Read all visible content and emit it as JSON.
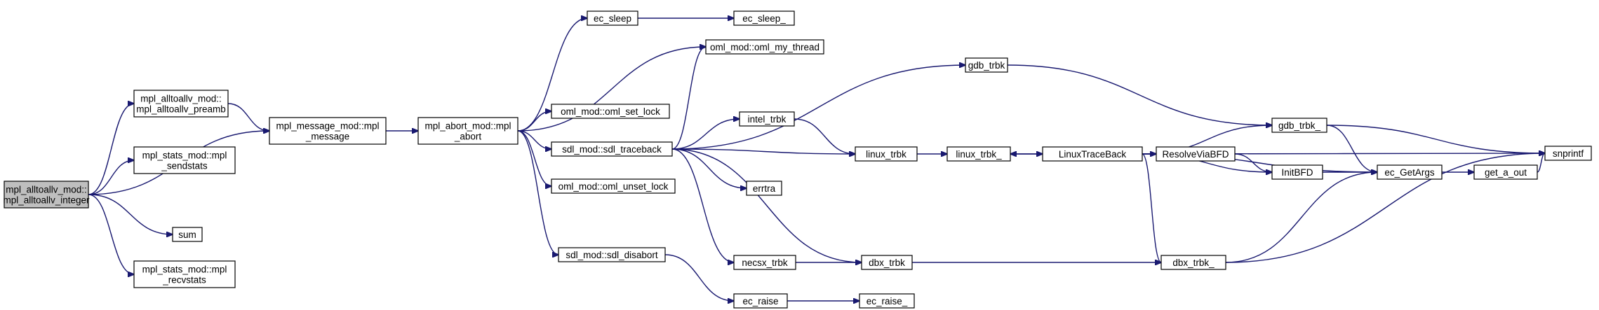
{
  "colors": {
    "edge": "#191970",
    "root_fill": "#bfbfbf",
    "node_fill": "#ffffff",
    "node_border": "#000000"
  },
  "nodes": [
    {
      "id": "root",
      "lines": [
        "mpl_alltoallv_mod::",
        "mpl_alltoallv_integer"
      ],
      "root": true
    },
    {
      "id": "preamb",
      "lines": [
        "mpl_alltoallv_mod::",
        "mpl_alltoallv_preamb"
      ]
    },
    {
      "id": "sendstats",
      "lines": [
        "mpl_stats_mod::mpl",
        "_sendstats"
      ]
    },
    {
      "id": "sum",
      "lines": [
        "sum"
      ]
    },
    {
      "id": "recvstats",
      "lines": [
        "mpl_stats_mod::mpl",
        "_recvstats"
      ]
    },
    {
      "id": "message",
      "lines": [
        "mpl_message_mod::mpl",
        "_message"
      ]
    },
    {
      "id": "abort",
      "lines": [
        "mpl_abort_mod::mpl",
        "_abort"
      ]
    },
    {
      "id": "ec_sleep",
      "lines": [
        "ec_sleep"
      ]
    },
    {
      "id": "ec_sleep_",
      "lines": [
        "ec_sleep_"
      ]
    },
    {
      "id": "my_thread",
      "lines": [
        "oml_mod::oml_my_thread"
      ]
    },
    {
      "id": "set_lock",
      "lines": [
        "oml_mod::oml_set_lock"
      ]
    },
    {
      "id": "traceback",
      "lines": [
        "sdl_mod::sdl_traceback"
      ]
    },
    {
      "id": "unset_lock",
      "lines": [
        "oml_mod::oml_unset_lock"
      ]
    },
    {
      "id": "disabort",
      "lines": [
        "sdl_mod::sdl_disabort"
      ]
    },
    {
      "id": "gdb_trbk",
      "lines": [
        "gdb_trbk"
      ]
    },
    {
      "id": "intel_trbk",
      "lines": [
        "intel_trbk"
      ]
    },
    {
      "id": "linux_trbk",
      "lines": [
        "linux_trbk"
      ]
    },
    {
      "id": "errtra",
      "lines": [
        "errtra"
      ]
    },
    {
      "id": "necsx_trbk",
      "lines": [
        "necsx_trbk"
      ]
    },
    {
      "id": "dbx_trbk",
      "lines": [
        "dbx_trbk"
      ]
    },
    {
      "id": "ec_raise",
      "lines": [
        "ec_raise"
      ]
    },
    {
      "id": "ec_raise_",
      "lines": [
        "ec_raise_"
      ]
    },
    {
      "id": "linux_trbk_",
      "lines": [
        "linux_trbk_"
      ]
    },
    {
      "id": "LinuxTraceBack",
      "lines": [
        "LinuxTraceBack"
      ]
    },
    {
      "id": "ResolveViaBFD",
      "lines": [
        "ResolveViaBFD"
      ]
    },
    {
      "id": "gdb_trbk_",
      "lines": [
        "gdb_trbk_"
      ]
    },
    {
      "id": "InitBFD",
      "lines": [
        "InitBFD"
      ]
    },
    {
      "id": "ec_GetArgs",
      "lines": [
        "ec_GetArgs"
      ]
    },
    {
      "id": "get_a_out",
      "lines": [
        "get_a_out"
      ]
    },
    {
      "id": "dbx_trbk_",
      "lines": [
        "dbx_trbk_"
      ]
    },
    {
      "id": "snprintf",
      "lines": [
        "snprintf"
      ]
    }
  ],
  "edges": [
    [
      "root",
      "preamb"
    ],
    [
      "root",
      "message"
    ],
    [
      "root",
      "sendstats"
    ],
    [
      "root",
      "sum"
    ],
    [
      "root",
      "recvstats"
    ],
    [
      "preamb",
      "message"
    ],
    [
      "message",
      "abort"
    ],
    [
      "abort",
      "ec_sleep"
    ],
    [
      "abort",
      "my_thread"
    ],
    [
      "abort",
      "set_lock"
    ],
    [
      "abort",
      "traceback"
    ],
    [
      "abort",
      "unset_lock"
    ],
    [
      "abort",
      "disabort"
    ],
    [
      "ec_sleep",
      "ec_sleep_"
    ],
    [
      "traceback",
      "my_thread"
    ],
    [
      "traceback",
      "gdb_trbk"
    ],
    [
      "traceback",
      "intel_trbk"
    ],
    [
      "traceback",
      "linux_trbk"
    ],
    [
      "traceback",
      "errtra"
    ],
    [
      "traceback",
      "necsx_trbk"
    ],
    [
      "traceback",
      "dbx_trbk"
    ],
    [
      "disabort",
      "ec_raise"
    ],
    [
      "ec_raise",
      "ec_raise_"
    ],
    [
      "intel_trbk",
      "linux_trbk"
    ],
    [
      "linux_trbk",
      "linux_trbk_"
    ],
    [
      "necsx_trbk",
      "dbx_trbk"
    ],
    [
      "gdb_trbk",
      "gdb_trbk_"
    ],
    [
      "dbx_trbk",
      "dbx_trbk_"
    ],
    [
      "linux_trbk_",
      "LinuxTraceBack"
    ],
    [
      "LinuxTraceBack",
      "linux_trbk_"
    ],
    [
      "LinuxTraceBack",
      "gdb_trbk_"
    ],
    [
      "LinuxTraceBack",
      "ResolveViaBFD"
    ],
    [
      "LinuxTraceBack",
      "InitBFD"
    ],
    [
      "LinuxTraceBack",
      "ec_GetArgs"
    ],
    [
      "LinuxTraceBack",
      "dbx_trbk_"
    ],
    [
      "LinuxTraceBack",
      "snprintf"
    ],
    [
      "ResolveViaBFD",
      "InitBFD"
    ],
    [
      "InitBFD",
      "ec_GetArgs"
    ],
    [
      "gdb_trbk_",
      "ec_GetArgs"
    ],
    [
      "gdb_trbk_",
      "snprintf"
    ],
    [
      "ec_GetArgs",
      "get_a_out"
    ],
    [
      "get_a_out",
      "snprintf"
    ],
    [
      "dbx_trbk_",
      "ec_GetArgs"
    ],
    [
      "dbx_trbk_",
      "snprintf"
    ]
  ]
}
